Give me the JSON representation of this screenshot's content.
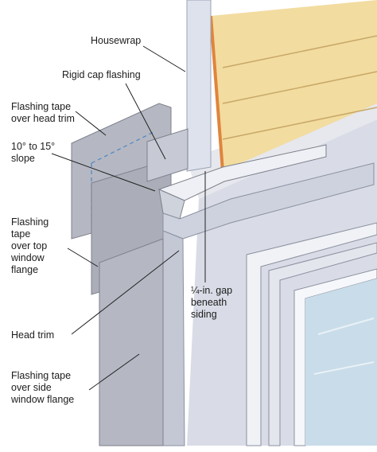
{
  "labels": {
    "housewrap": "Housewrap",
    "rigid_cap_flashing": "Rigid cap flashing",
    "tape_head_trim": "Flashing tape\nover head trim",
    "slope": "10° to 15°\nslope",
    "tape_top_flange": "Flashing\ntape\nover top\nwindow\nflange",
    "gap": "¼-in. gap\nbeneath\nsiding",
    "head_trim": "Head trim",
    "tape_side_flange": "Flashing tape\nover side\nwindow flange"
  },
  "colors": {
    "siding": "#f2dca0",
    "siding_edge": "#e0843c",
    "wall": "#d9dce6",
    "trim": "#ced2de",
    "tape": "#b5b8c2",
    "glass": "#c9dce9",
    "leader": "#222222"
  }
}
